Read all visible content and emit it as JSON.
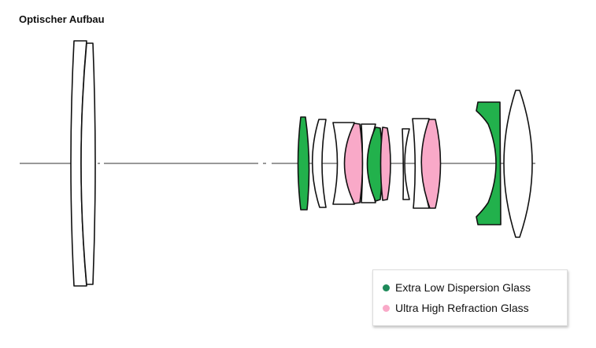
{
  "title": "Optischer Aufbau",
  "colors": {
    "ed": "#22b14c",
    "uhr": "#f9a9c8",
    "legend_ed": "#1e8a5a",
    "legend_uhr": "#f9a9c8"
  },
  "legend": [
    {
      "label": "Extra Low Dispersion Glass"
    },
    {
      "label": "Ultra High Refraction Glass"
    }
  ]
}
